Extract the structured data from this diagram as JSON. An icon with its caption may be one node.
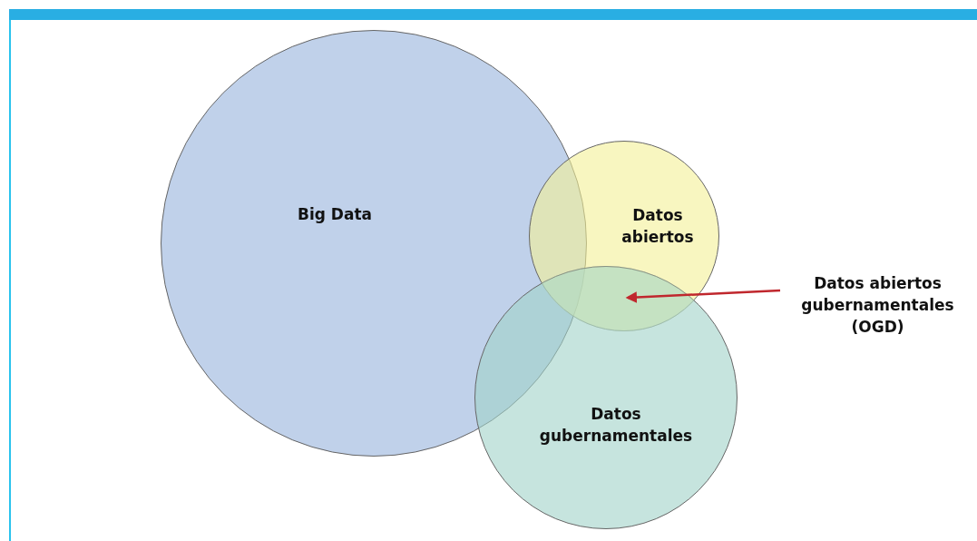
{
  "diagram": {
    "nodes": [
      {
        "text": [
          "Big Data"
        ]
      },
      {
        "text": [
          "Datos abiertos"
        ]
      },
      {
        "text": [
          "Datos gubernamentales"
        ]
      },
      {
        "text": [
          "Datos abiertos gubernamentales (OGD)"
        ]
      },
      {
        "text": [],
        "shape": "lens"
      }
    ],
    "edges": [
      {
        "from": 3,
        "to": 4,
        "arrow": "to",
        "color": "#c0272d"
      }
    ]
  }
}
